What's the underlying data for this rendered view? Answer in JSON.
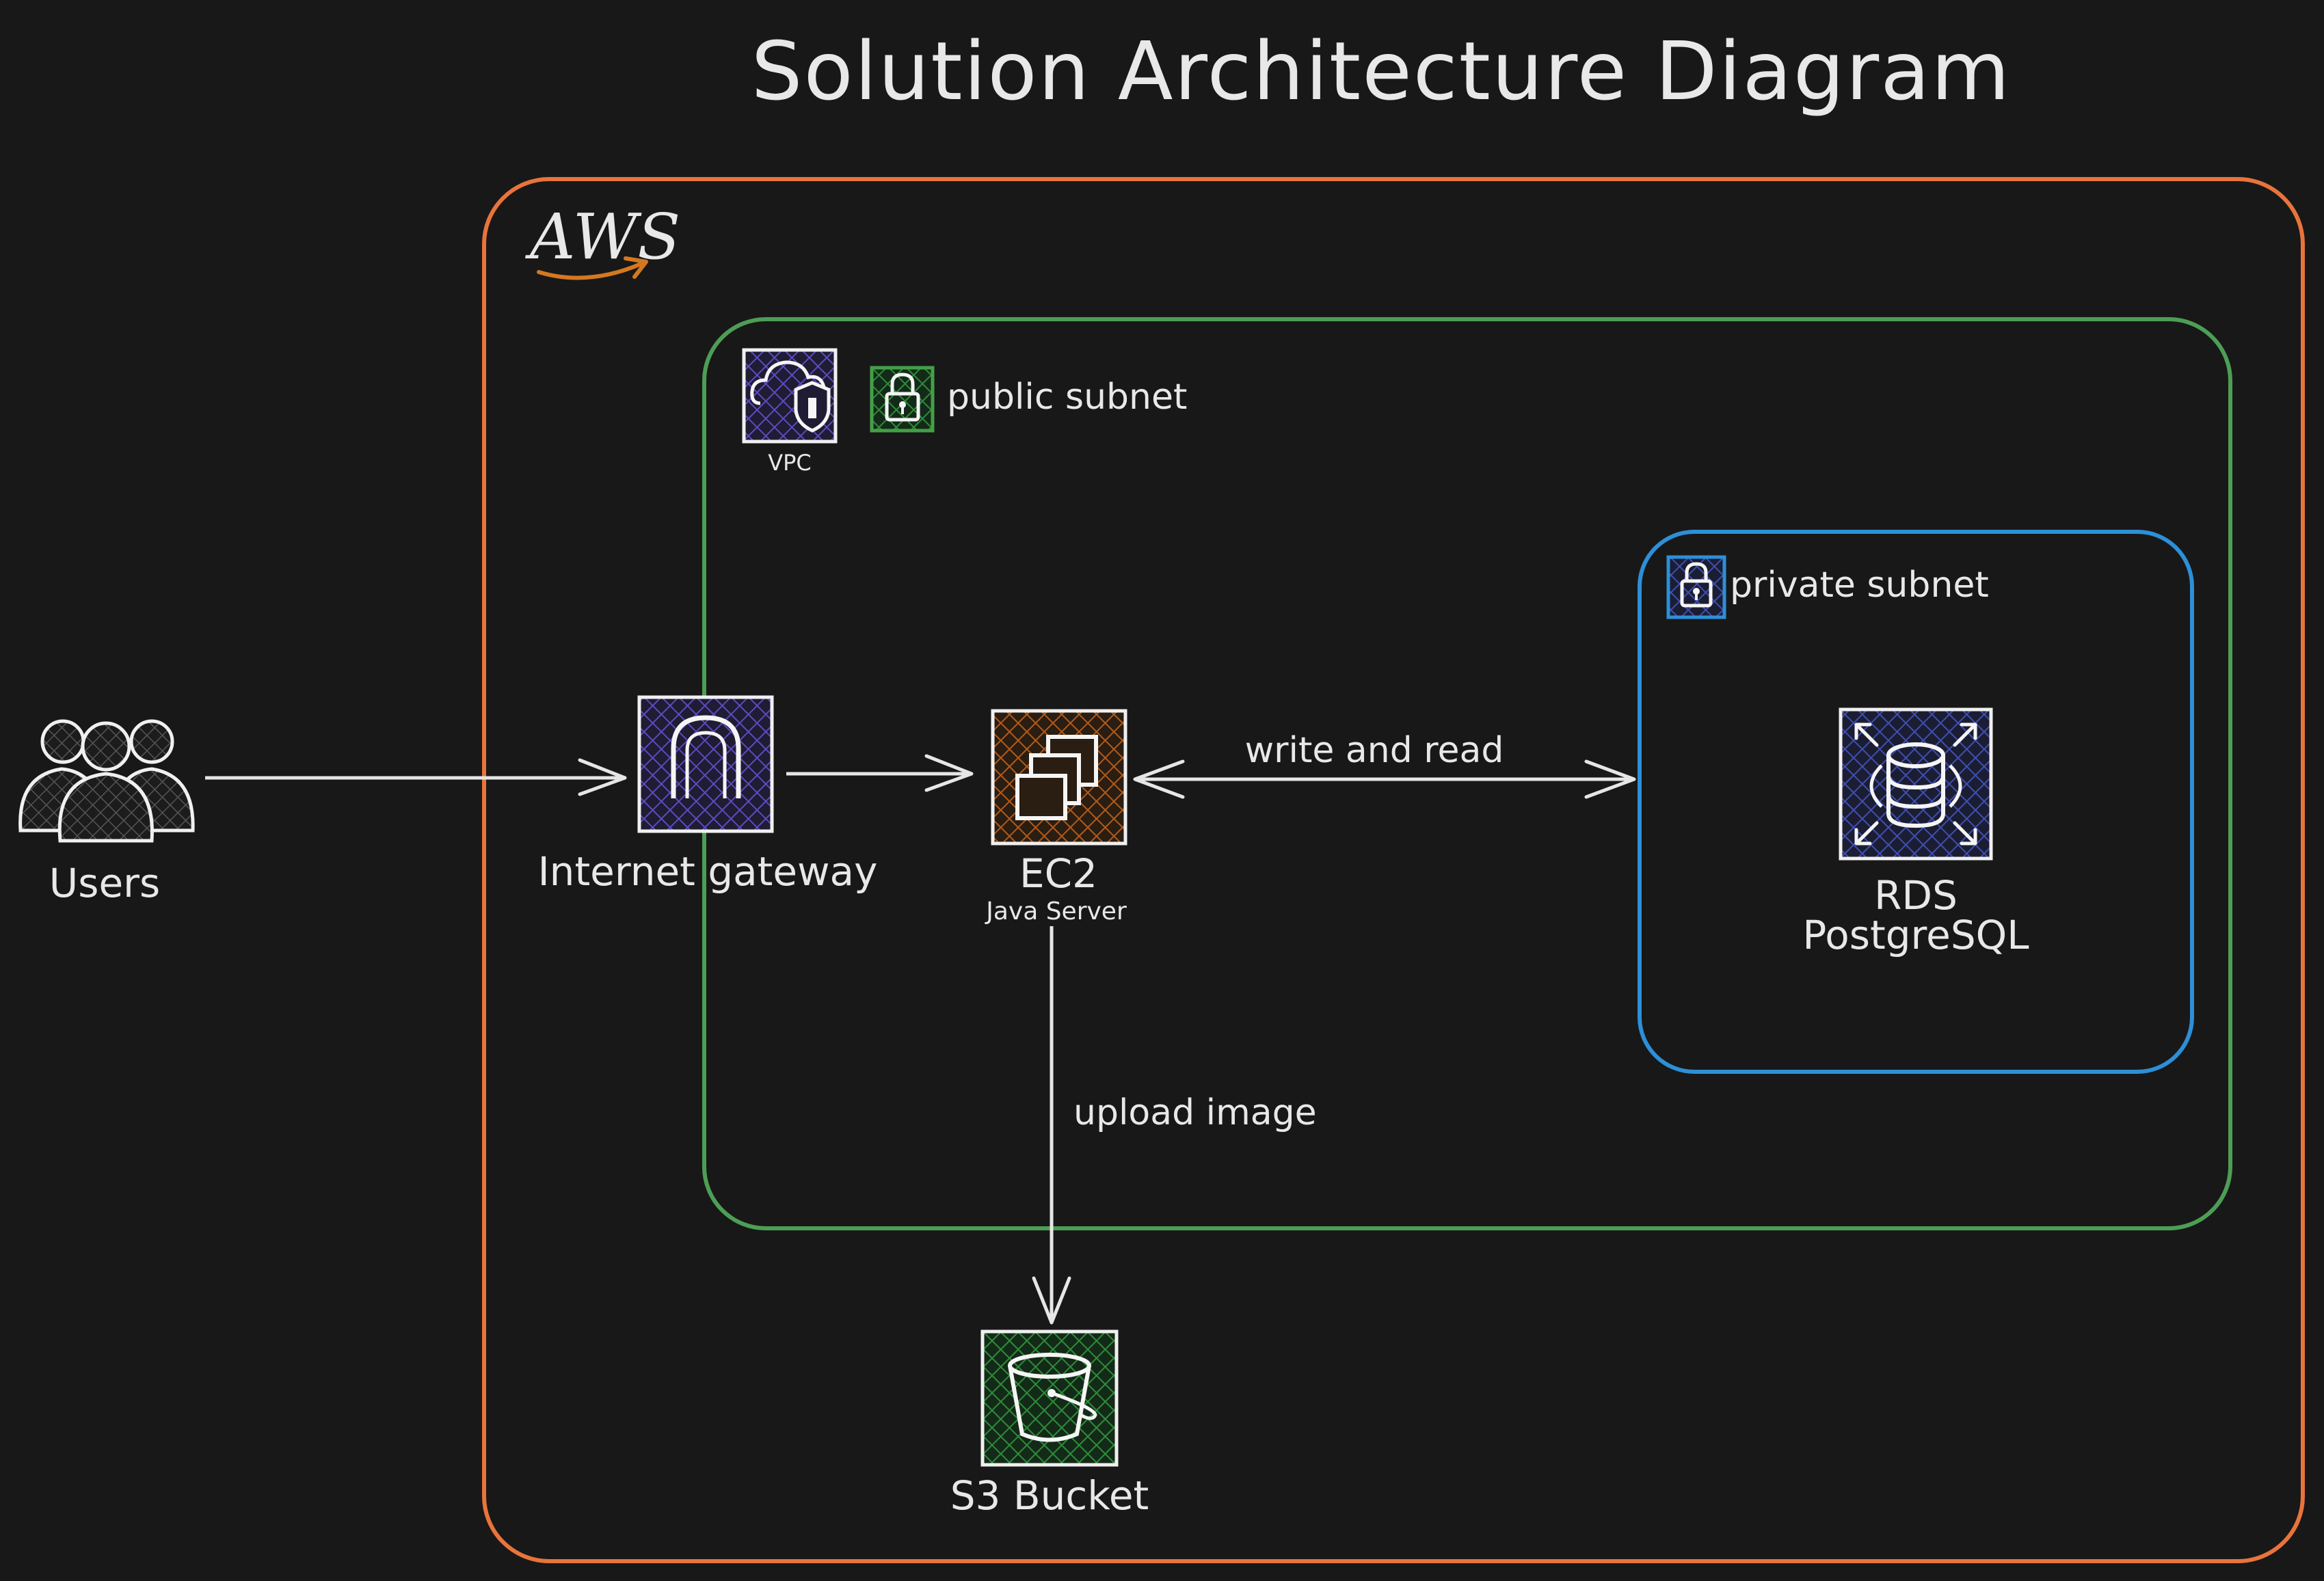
{
  "title": "Solution Architecture Diagram",
  "aws": {
    "label": "AWS",
    "color": "#e8743b",
    "arrow_color": "#d47820"
  },
  "vpc": {
    "label": "VPC",
    "color": "#5aa860"
  },
  "public_subnet": {
    "label": "public subnet",
    "color": "#43a047"
  },
  "private_subnet": {
    "label": "private subnet",
    "color": "#2d8fd8"
  },
  "nodes": {
    "users": {
      "label": "Users",
      "icon": "users-icon"
    },
    "internet_gateway": {
      "label": "Internet gateway",
      "icon": "internet-gateway-icon",
      "fill": "#4a3aa0"
    },
    "ec2": {
      "label": "EC2",
      "sublabel": "Java Server",
      "icon": "ec2-icon",
      "fill": "#c25f12"
    },
    "rds": {
      "label": "RDS",
      "sublabel": "PostgreSQL",
      "icon": "rds-database-icon",
      "fill": "#3a4aa8"
    },
    "s3": {
      "label": "S3 Bucket",
      "icon": "s3-bucket-icon",
      "fill": "#2a8a3a"
    }
  },
  "edges": {
    "ec2_rds": "write and read",
    "ec2_s3": "upload image"
  }
}
